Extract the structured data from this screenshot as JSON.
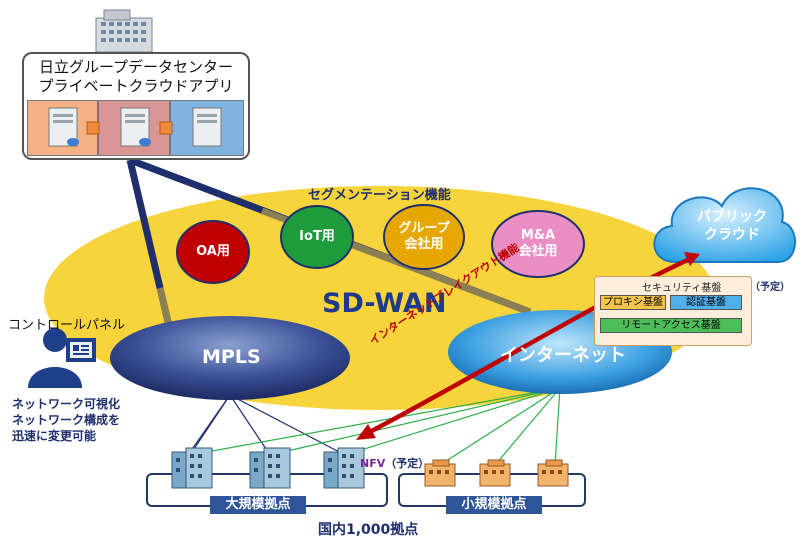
{
  "datacenter": {
    "line1": "日立グループデータセンター",
    "line2": "プライベートクラウドアプリ"
  },
  "segmentation_title": "セグメンテーション機能",
  "segments": [
    {
      "label": "OA用",
      "color": "#c00000"
    },
    {
      "label": "IoT用",
      "color": "#1e9c3c"
    },
    {
      "label": "グループ\n会社用",
      "color": "#e6a800"
    },
    {
      "label": "M&A\n会社用",
      "color": "#ea8ec4"
    }
  ],
  "sdwan_label": "SD-WAN",
  "mpls_label": "MPLS",
  "internet_label": "インターネット",
  "public_cloud": {
    "line1": "パブリック",
    "line2": "クラウド"
  },
  "security": {
    "title": "セキュリティ基盤",
    "scheduled": "（予定）",
    "items": [
      "プロキシ基盤",
      "認証基盤",
      "リモートアクセス基盤"
    ]
  },
  "breakout_label": "インターネットブレイクアウト機能",
  "control_panel": {
    "title": "コントロールパネル",
    "desc": [
      "ネットワーク可視化",
      "ネットワーク構成を",
      "迅速に変更可能"
    ]
  },
  "nfv": {
    "label": "NFV",
    "scheduled": "（予定）"
  },
  "large_sites_label": "大規模拠点",
  "small_sites_label": "小規模拠点",
  "domestic_label": "国内1,000拠点",
  "colors": {
    "sdwan_ellipse": "#f7d33c",
    "mpls": "#2a3a7a",
    "internet": "#3a9ee0",
    "thick_line": "#1f2f6e",
    "breakout_arrow": "#c00000",
    "green_lines": "#2fb04a",
    "site_label_bg": "#2e5597"
  }
}
